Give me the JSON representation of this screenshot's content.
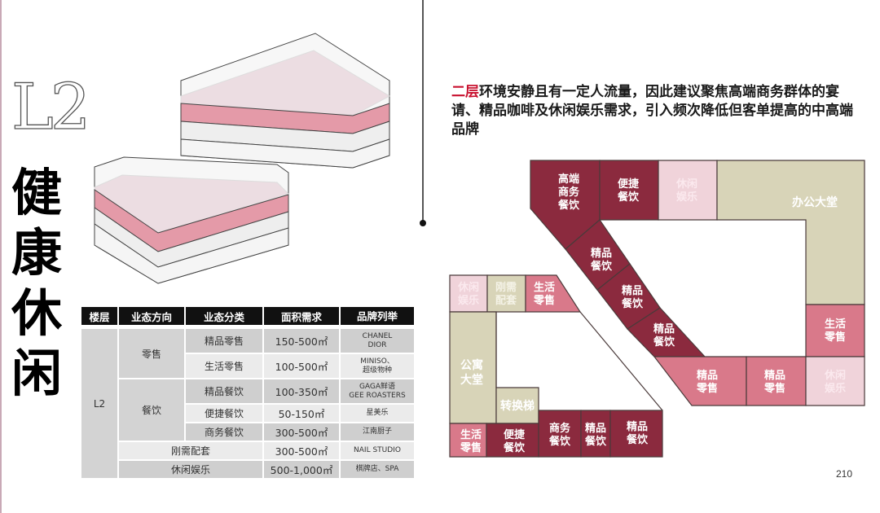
{
  "page": {
    "title_level": "L2",
    "title_theme_chars": [
      "健",
      "康",
      "休",
      "闲"
    ],
    "page_number": "210"
  },
  "description": {
    "highlight": "二层",
    "text": "环境安静且有一定人流量，因此建议聚焦高端商务群体的宴请、精品咖啡及休闲娱乐需求，引入频次降低但客单提高的中高端品牌",
    "highlight_color": "#c8102e"
  },
  "table": {
    "headers": [
      "楼层",
      "业态方向",
      "业态分类",
      "面积需求",
      "品牌列举"
    ],
    "floor": "L2",
    "groups": [
      {
        "direction": "零售",
        "rows": [
          {
            "category": "精品零售",
            "area": "150-500㎡",
            "brands": [
              "CHANEL",
              "DIOR"
            ]
          },
          {
            "category": "生活零售",
            "area": "100-500㎡",
            "brands": [
              "MINISO、",
              "超级物种"
            ]
          }
        ]
      },
      {
        "direction": "餐饮",
        "rows": [
          {
            "category": "精品餐饮",
            "area": "100-350㎡",
            "brands": [
              "GAGA鲜语",
              "GEE ROASTERS"
            ]
          },
          {
            "category": "便捷餐饮",
            "area": "50-150㎡",
            "brands": [
              "星美乐"
            ]
          },
          {
            "category": "商务餐饮",
            "area": "300-500㎡",
            "brands": [
              "江南厨子"
            ]
          }
        ]
      }
    ],
    "merged_rows": [
      {
        "direction": "刚需配套",
        "area": "300-500㎡",
        "brands": [
          "NAIL STUDIO"
        ]
      },
      {
        "direction": "休闲娱乐",
        "area": "500-1,000㎡",
        "brands": [
          "棋牌店、SPA"
        ]
      }
    ]
  },
  "floor_plan": {
    "colors": {
      "dining": "#8b2a3e",
      "retail": "#d9798a",
      "leisure": "#f0d3da",
      "lobby": "#d8d4b8",
      "outline": "#4a3a3a"
    },
    "units": [
      {
        "id": "u1",
        "lines": [
          "高端",
          "商务",
          "餐饮"
        ],
        "type": "dining"
      },
      {
        "id": "u2",
        "lines": [
          "便捷",
          "餐饮"
        ],
        "type": "dining"
      },
      {
        "id": "u3",
        "lines": [
          "休闲",
          "娱乐"
        ],
        "type": "leisure"
      },
      {
        "id": "u4",
        "lines": [
          "办公大堂"
        ],
        "type": "lobby"
      },
      {
        "id": "u5",
        "lines": [
          "精品",
          "餐饮"
        ],
        "type": "dining"
      },
      {
        "id": "u6",
        "lines": [
          "精品",
          "餐饮"
        ],
        "type": "dining"
      },
      {
        "id": "u7",
        "lines": [
          "精品",
          "餐饮"
        ],
        "type": "dining"
      },
      {
        "id": "u8",
        "lines": [
          "生活",
          "零售"
        ],
        "type": "retail"
      },
      {
        "id": "u9",
        "lines": [
          "精品",
          "零售"
        ],
        "type": "retail"
      },
      {
        "id": "u10",
        "lines": [
          "精品",
          "零售"
        ],
        "type": "retail"
      },
      {
        "id": "u11",
        "lines": [
          "休闲",
          "娱乐"
        ],
        "type": "leisure"
      },
      {
        "id": "u12",
        "lines": [
          "休闲",
          "娱乐"
        ],
        "type": "leisure"
      },
      {
        "id": "u13",
        "lines": [
          "刚需",
          "配套"
        ],
        "type": "lobby"
      },
      {
        "id": "u14",
        "lines": [
          "生活",
          "零售"
        ],
        "type": "retail"
      },
      {
        "id": "u15",
        "lines": [
          "公寓",
          "大堂"
        ],
        "type": "lobby"
      },
      {
        "id": "u16",
        "lines": [
          "转换梯"
        ],
        "type": "lobby"
      },
      {
        "id": "u17",
        "lines": [
          "生活",
          "零售"
        ],
        "type": "retail"
      },
      {
        "id": "u18",
        "lines": [
          "便捷",
          "餐饮"
        ],
        "type": "dining"
      },
      {
        "id": "u19",
        "lines": [
          "商务",
          "餐饮"
        ],
        "type": "dining"
      },
      {
        "id": "u20",
        "lines": [
          "精品",
          "餐饮"
        ],
        "type": "dining"
      },
      {
        "id": "u21",
        "lines": [
          "精品",
          "餐饮"
        ],
        "type": "dining"
      }
    ]
  }
}
